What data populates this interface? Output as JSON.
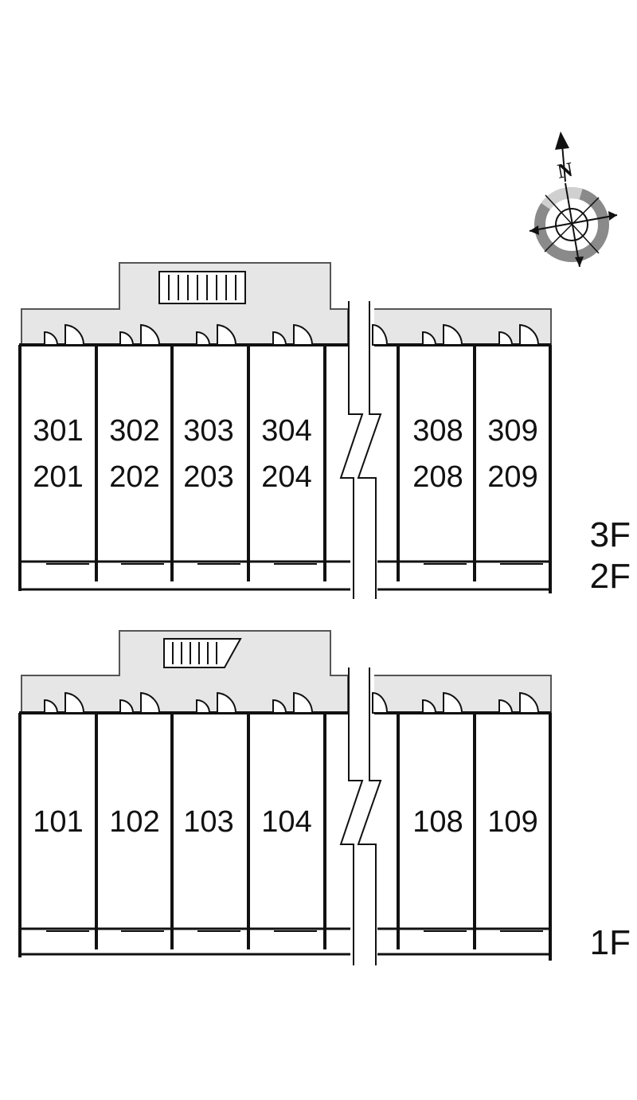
{
  "upper_block": {
    "units_top_row": [
      "301",
      "302",
      "303",
      "304",
      "308",
      "309"
    ],
    "units_bottom_row": [
      "201",
      "202",
      "203",
      "204",
      "208",
      "209"
    ],
    "floor_labels": [
      "3F",
      "2F"
    ]
  },
  "lower_block": {
    "units": [
      "101",
      "102",
      "103",
      "104",
      "108",
      "109"
    ],
    "floor_label": "1F"
  },
  "compass": {
    "north_label": "N"
  },
  "colors": {
    "corridor_fill": "#e6e6e6",
    "wall": "#111111",
    "compass_ring": "#8a8a8a"
  }
}
